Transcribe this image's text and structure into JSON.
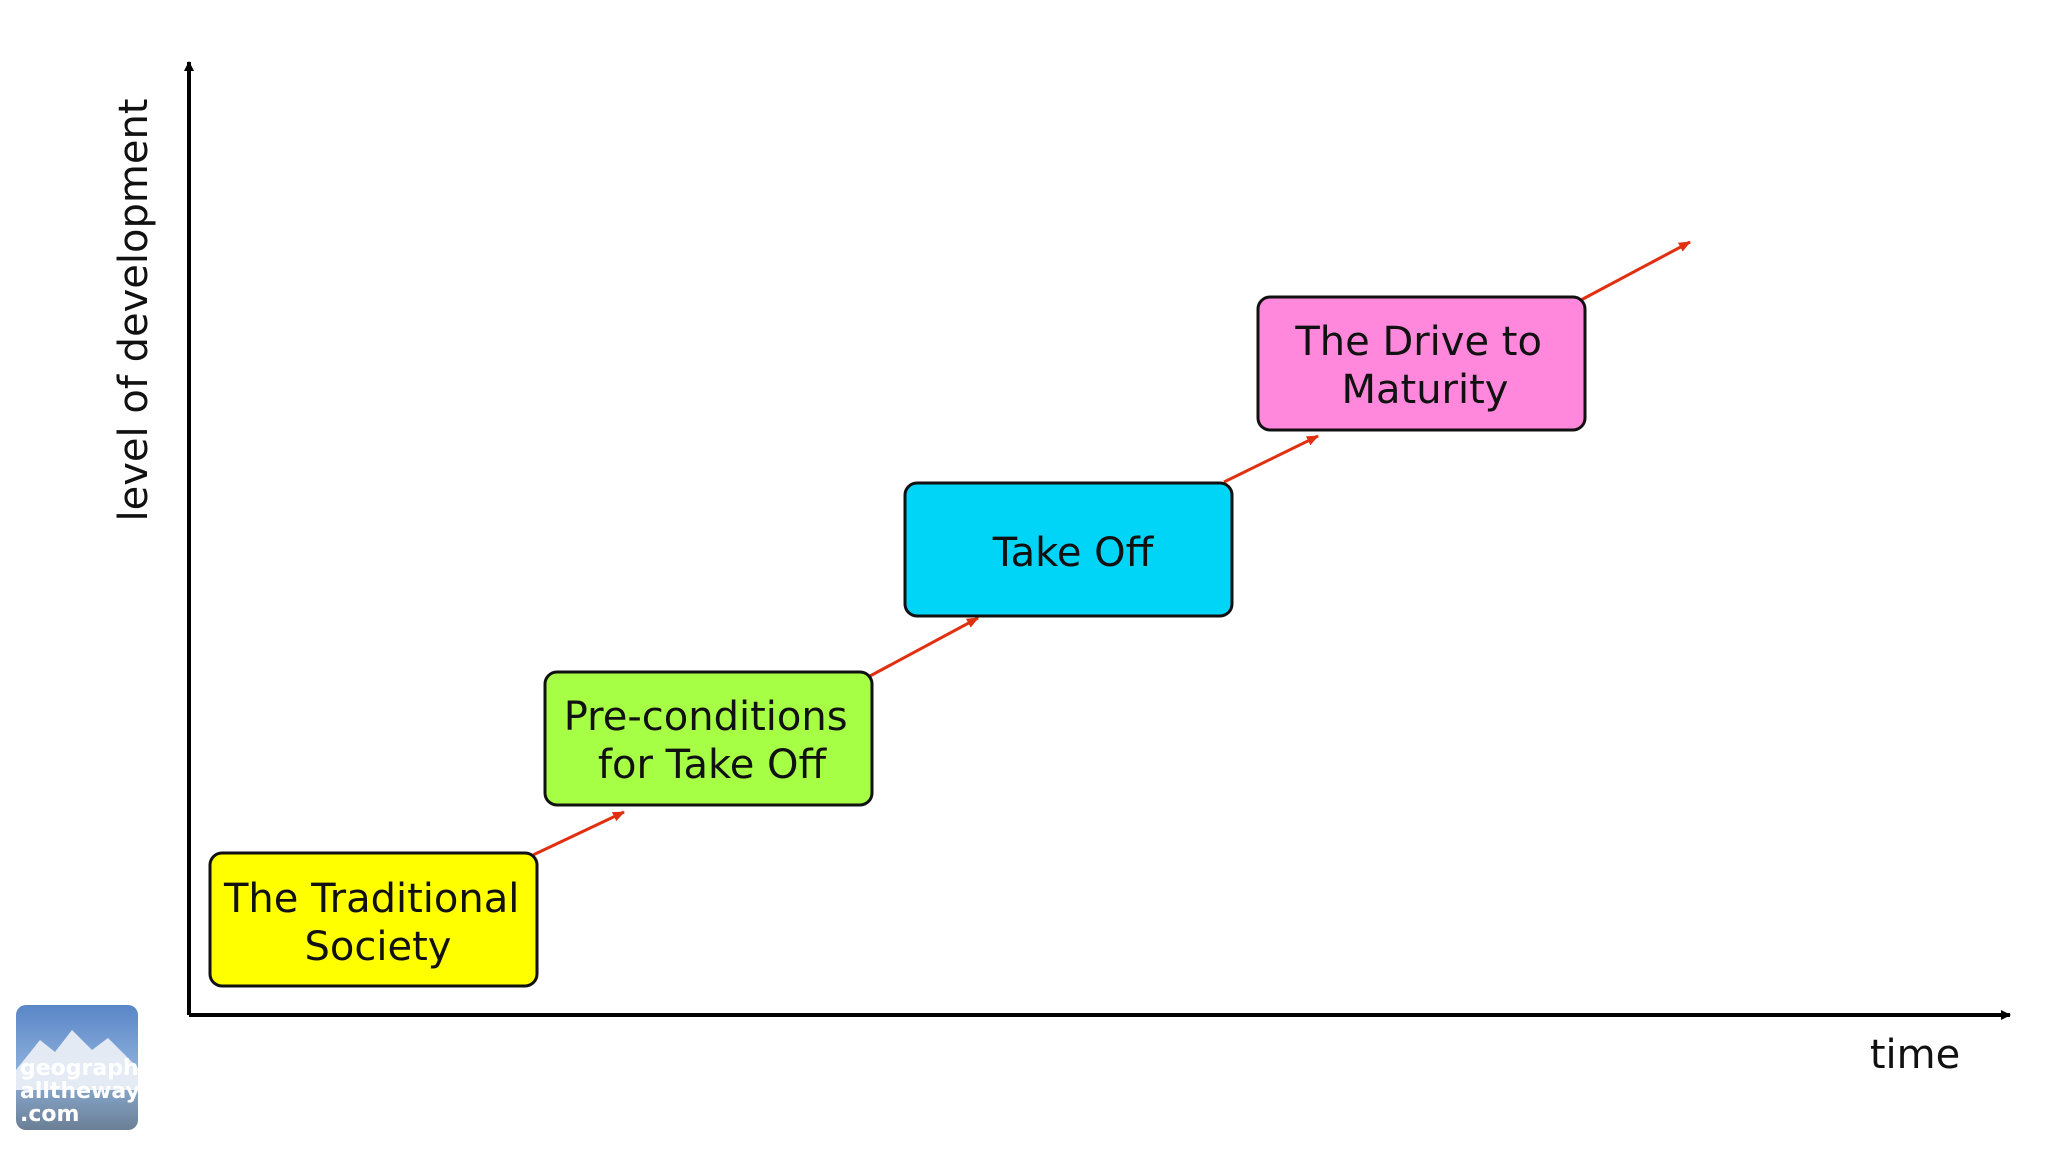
{
  "axes": {
    "y_label": "level of development",
    "x_label": "time"
  },
  "stages": [
    {
      "lines": [
        "The Traditional",
        "Society"
      ],
      "color": "#ffff00"
    },
    {
      "lines": [
        "Pre-conditions",
        "for Take Off"
      ],
      "color": "#a6ff44"
    },
    {
      "lines": [
        "Take Off"
      ],
      "color": "#00d4f7"
    },
    {
      "lines": [
        "The Drive to",
        "Maturity"
      ],
      "color": "#ff88dd"
    }
  ],
  "colors": {
    "axis": "#000000",
    "arrow": "#e03010",
    "box_border": "#111111"
  },
  "logo": {
    "lines": [
      "geography",
      "alltheway",
      ".com"
    ]
  }
}
